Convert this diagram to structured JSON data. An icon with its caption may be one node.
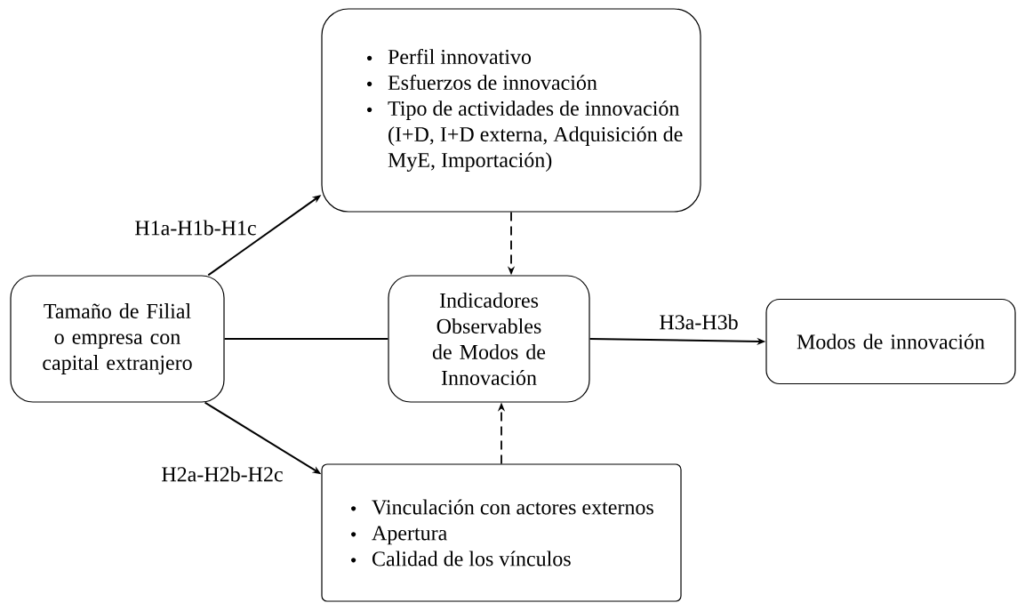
{
  "diagram": {
    "nodes": [
      {
        "text": [
          "Perfil innovativo",
          "Esfuerzos de innovación",
          "Tipo de actividades de innovación (I+D, I+D externa, Adquisición de MyE, Importación)"
        ]
      },
      {
        "text": [
          "Tamaño de Filial o empresa con capital extranjero"
        ]
      },
      {
        "text": [
          "Indicadores Observables de Modos de Innovación"
        ]
      },
      {
        "text": [
          "Modos de innovación"
        ]
      },
      {
        "text": [
          "Vinculación con actores externos",
          "Apertura",
          "Calidad de los vínculos"
        ]
      }
    ],
    "edges": [
      {
        "from": 1,
        "to": 0,
        "arrow": "to",
        "label": "H1a-H1b-H1c"
      },
      {
        "from": 1,
        "to": 2,
        "arrow": "none"
      },
      {
        "from": 1,
        "to": 4,
        "arrow": "to",
        "label": "H2a-H2b-H2c"
      },
      {
        "from": 0,
        "to": 2,
        "arrow": "to",
        "style": "dashed"
      },
      {
        "from": 4,
        "to": 2,
        "arrow": "to",
        "style": "dashed"
      },
      {
        "from": 2,
        "to": 3,
        "arrow": "to",
        "label": "H3a-H3b"
      }
    ]
  }
}
